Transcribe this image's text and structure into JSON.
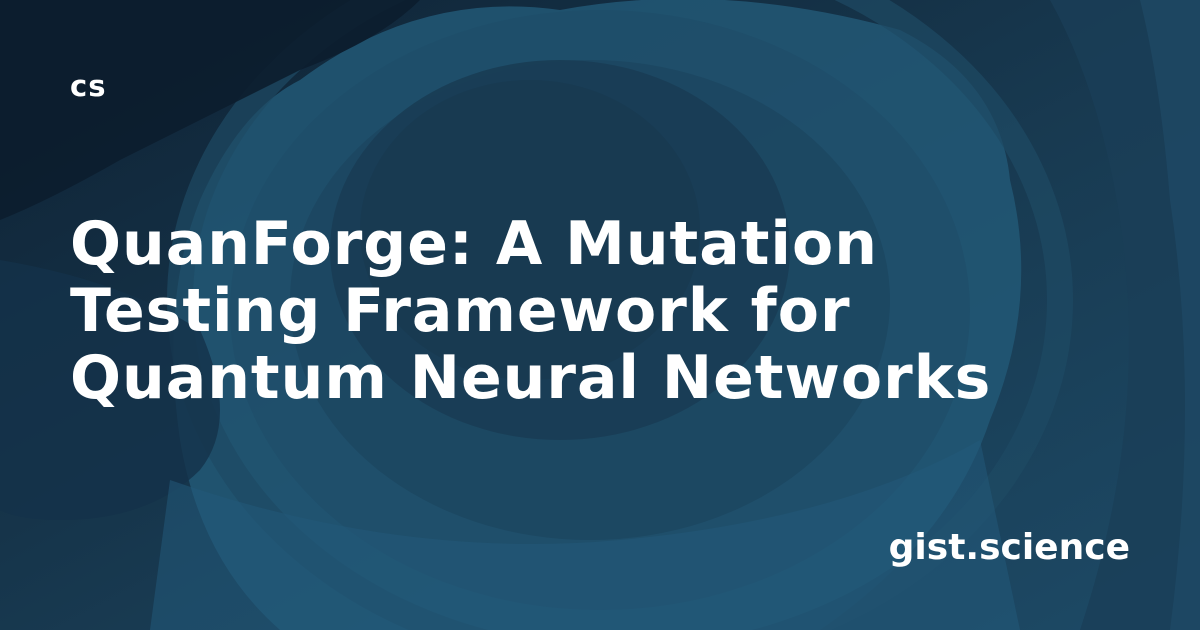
{
  "card": {
    "category": "cs",
    "title": "QuanForge: A Mutation Testing Framework for Quantum Neural Networks",
    "site": "gist.science"
  },
  "colors": {
    "background_dark": "#0f2234",
    "background_mid": "#1b3e55",
    "background_light": "#27607f",
    "text": "#ffffff"
  }
}
